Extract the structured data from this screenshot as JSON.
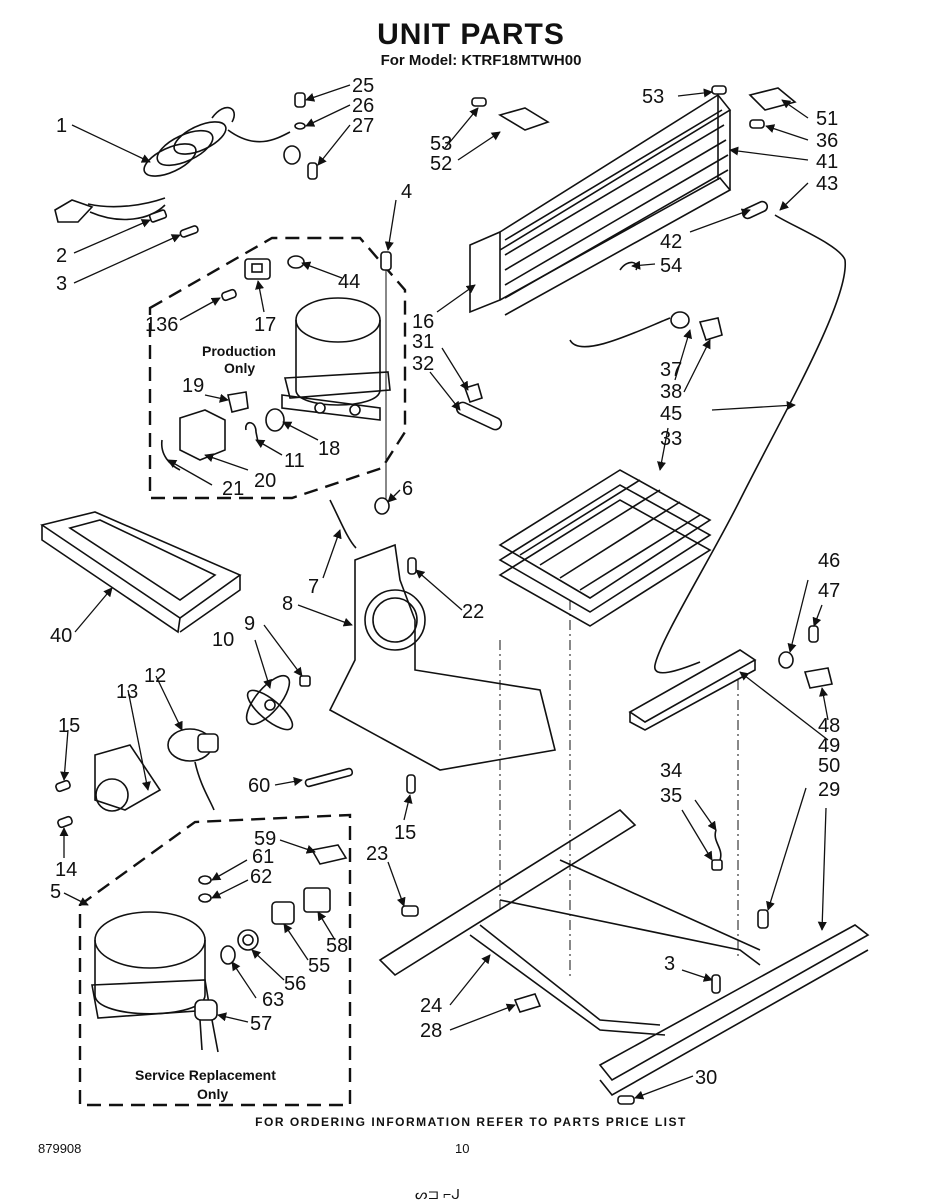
{
  "header": {
    "title": "UNIT PARTS",
    "model_line": "For Model: KTRF18MTWH00"
  },
  "notes": {
    "production_1": "Production",
    "production_2": "Only",
    "service_1": "Service Replacement",
    "service_2": "Only"
  },
  "footer": {
    "ordering": "FOR ORDERING INFORMATION REFER TO PARTS PRICE LIST",
    "code": "879908",
    "page": "10",
    "mark": "ᔕ⊐ ⌐ᒍ"
  },
  "part_labels": [
    {
      "id": "1",
      "text": "1"
    },
    {
      "id": "2",
      "text": "2"
    },
    {
      "id": "3a",
      "text": "3"
    },
    {
      "id": "4",
      "text": "4"
    },
    {
      "id": "5",
      "text": "5"
    },
    {
      "id": "6",
      "text": "6"
    },
    {
      "id": "7",
      "text": "7"
    },
    {
      "id": "8",
      "text": "8"
    },
    {
      "id": "9",
      "text": "9"
    },
    {
      "id": "10",
      "text": "10"
    },
    {
      "id": "11",
      "text": "11"
    },
    {
      "id": "12",
      "text": "12"
    },
    {
      "id": "13",
      "text": "13"
    },
    {
      "id": "14",
      "text": "14"
    },
    {
      "id": "15a",
      "text": "15"
    },
    {
      "id": "15b",
      "text": "15"
    },
    {
      "id": "16",
      "text": "16"
    },
    {
      "id": "17",
      "text": "17"
    },
    {
      "id": "18",
      "text": "18"
    },
    {
      "id": "19",
      "text": "19"
    },
    {
      "id": "20",
      "text": "20"
    },
    {
      "id": "21",
      "text": "21"
    },
    {
      "id": "22",
      "text": "22"
    },
    {
      "id": "23",
      "text": "23"
    },
    {
      "id": "24",
      "text": "24"
    },
    {
      "id": "25",
      "text": "25"
    },
    {
      "id": "26",
      "text": "26"
    },
    {
      "id": "27",
      "text": "27"
    },
    {
      "id": "28",
      "text": "28"
    },
    {
      "id": "29",
      "text": "29"
    },
    {
      "id": "30",
      "text": "30"
    },
    {
      "id": "31",
      "text": "31"
    },
    {
      "id": "32",
      "text": "32"
    },
    {
      "id": "33",
      "text": "33"
    },
    {
      "id": "34",
      "text": "34"
    },
    {
      "id": "35",
      "text": "35"
    },
    {
      "id": "36a",
      "text": "136"
    },
    {
      "id": "36b",
      "text": "36"
    },
    {
      "id": "37",
      "text": "37"
    },
    {
      "id": "38",
      "text": "38"
    },
    {
      "id": "40",
      "text": "40"
    },
    {
      "id": "41",
      "text": "41"
    },
    {
      "id": "42",
      "text": "42"
    },
    {
      "id": "43",
      "text": "43"
    },
    {
      "id": "44",
      "text": "44"
    },
    {
      "id": "45",
      "text": "45"
    },
    {
      "id": "46",
      "text": "46"
    },
    {
      "id": "47",
      "text": "47"
    },
    {
      "id": "48",
      "text": "48"
    },
    {
      "id": "49",
      "text": "49"
    },
    {
      "id": "50",
      "text": "50"
    },
    {
      "id": "51",
      "text": "51"
    },
    {
      "id": "52",
      "text": "52"
    },
    {
      "id": "53a",
      "text": "53"
    },
    {
      "id": "53b",
      "text": "53"
    },
    {
      "id": "54",
      "text": "54"
    },
    {
      "id": "55",
      "text": "55"
    },
    {
      "id": "56",
      "text": "56"
    },
    {
      "id": "57",
      "text": "57"
    },
    {
      "id": "58",
      "text": "58"
    },
    {
      "id": "59",
      "text": "59"
    },
    {
      "id": "60",
      "text": "60"
    },
    {
      "id": "61",
      "text": "61"
    },
    {
      "id": "62",
      "text": "62"
    },
    {
      "id": "63",
      "text": "63"
    },
    {
      "id": "3b",
      "text": "3"
    }
  ]
}
